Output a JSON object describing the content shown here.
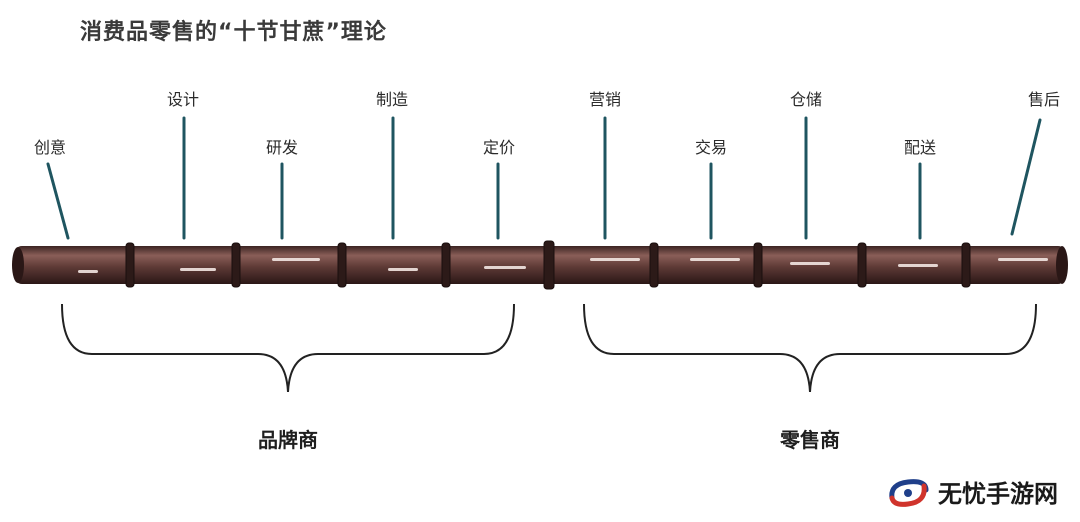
{
  "title": "消费品零售的“十节甘蔗”理论",
  "stages": [
    {
      "label": "创意",
      "row": "low"
    },
    {
      "label": "设计",
      "row": "high"
    },
    {
      "label": "研发",
      "row": "low"
    },
    {
      "label": "制造",
      "row": "high"
    },
    {
      "label": "定价",
      "row": "low"
    },
    {
      "label": "营销",
      "row": "high"
    },
    {
      "label": "交易",
      "row": "low"
    },
    {
      "label": "仓储",
      "row": "high"
    },
    {
      "label": "配送",
      "row": "low"
    },
    {
      "label": "售后",
      "row": "high"
    }
  ],
  "groups": [
    {
      "label": "品牌商",
      "covers": "创意–定价"
    },
    {
      "label": "零售商",
      "covers": "营销–售后"
    }
  ],
  "watermark": "无忧手游网",
  "colors": {
    "cane_body": "#5e3a36",
    "cane_highlight": "#8a5e58",
    "cane_node": "#2c1a18",
    "pointer": "#1f5560",
    "bracket": "#222222"
  }
}
